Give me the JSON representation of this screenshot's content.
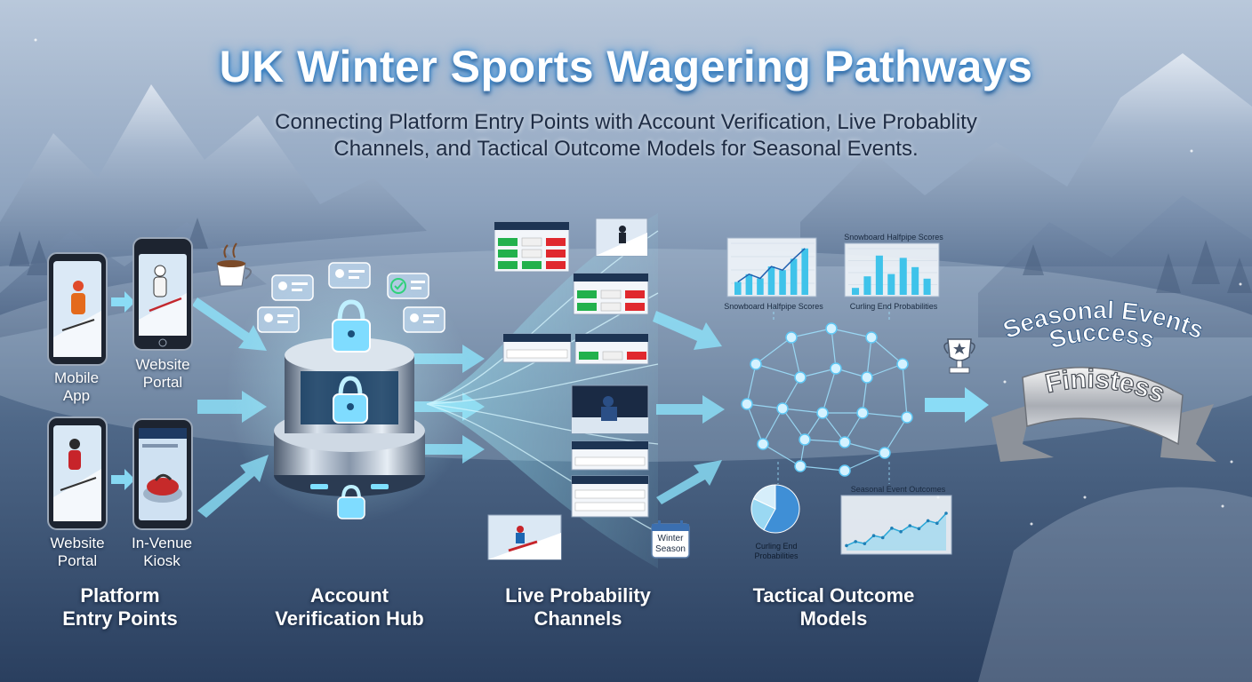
{
  "title": "UK Winter Sports Wagering Pathways",
  "subtitle": {
    "line1": "Connecting Platform Entry Points with Account Verification, Live Probablity",
    "line2": "Channels, and Tactical Outcome Models for Seasonal Events."
  },
  "entry_points": {
    "mobile_app": {
      "line1": "Mobile",
      "line2": "App"
    },
    "website_portal_top": {
      "line1": "Website",
      "line2": "Portal"
    },
    "website_portal_bottom": {
      "line1": "Website",
      "line2": "Portal"
    },
    "kiosk": {
      "line1": "In-Venue",
      "line2": "Kiosk"
    }
  },
  "stages": {
    "entry": {
      "line1": "Platform",
      "line2": "Entry Points"
    },
    "verification": {
      "line1": "Account",
      "line2": "Verification Hub"
    },
    "probability": {
      "line1": "Live Probability",
      "line2": "Channels"
    },
    "models": {
      "line1": "Tactical Outcome",
      "line2": "Models"
    }
  },
  "charts": {
    "halfpipe": "Snowboard Halfpipe Scores",
    "halfpipe_top": "Snowboard Halfpipe Scores",
    "curling": "Curling End Probabilities",
    "curling_pie": {
      "line1": "Curling End",
      "line2": "Probabilities"
    },
    "seasonal": "Seasonal Event Outcomes"
  },
  "calendar": {
    "line1": "Winter",
    "line2": "Season"
  },
  "banner": {
    "line1": "Seasonal Events",
    "line2": "Success",
    "ribbon": "Finistess"
  },
  "colors": {
    "accent": "#6fd3ff",
    "arrow": "#8ee6ff",
    "odds_green": "#22b14c",
    "odds_red": "#e0282e",
    "node": "#bfe9ff"
  },
  "chart_data": [
    {
      "type": "bar",
      "title": "Snowboard Halfpipe Scores",
      "categories": [
        "1",
        "2",
        "3",
        "4",
        "5",
        "6",
        "7"
      ],
      "values": [
        25,
        40,
        32,
        55,
        48,
        70,
        90
      ],
      "ylim": [
        0,
        100
      ]
    },
    {
      "type": "bar",
      "title": "Curling End Probabilities",
      "categories": [
        "1",
        "2",
        "3",
        "4",
        "5",
        "6",
        "7"
      ],
      "values": [
        15,
        40,
        85,
        45,
        80,
        60,
        35
      ],
      "ylim": [
        0,
        100
      ]
    },
    {
      "type": "pie",
      "title": "Curling End Probabilities",
      "values": [
        58,
        24,
        18
      ]
    },
    {
      "type": "area",
      "title": "Seasonal Event Outcomes",
      "x": [
        1,
        2,
        3,
        4,
        5,
        6,
        7,
        8,
        9,
        10,
        11,
        12
      ],
      "values": [
        10,
        18,
        14,
        30,
        26,
        45,
        38,
        50,
        44,
        60,
        55,
        75
      ],
      "ylim": [
        0,
        100
      ]
    }
  ]
}
